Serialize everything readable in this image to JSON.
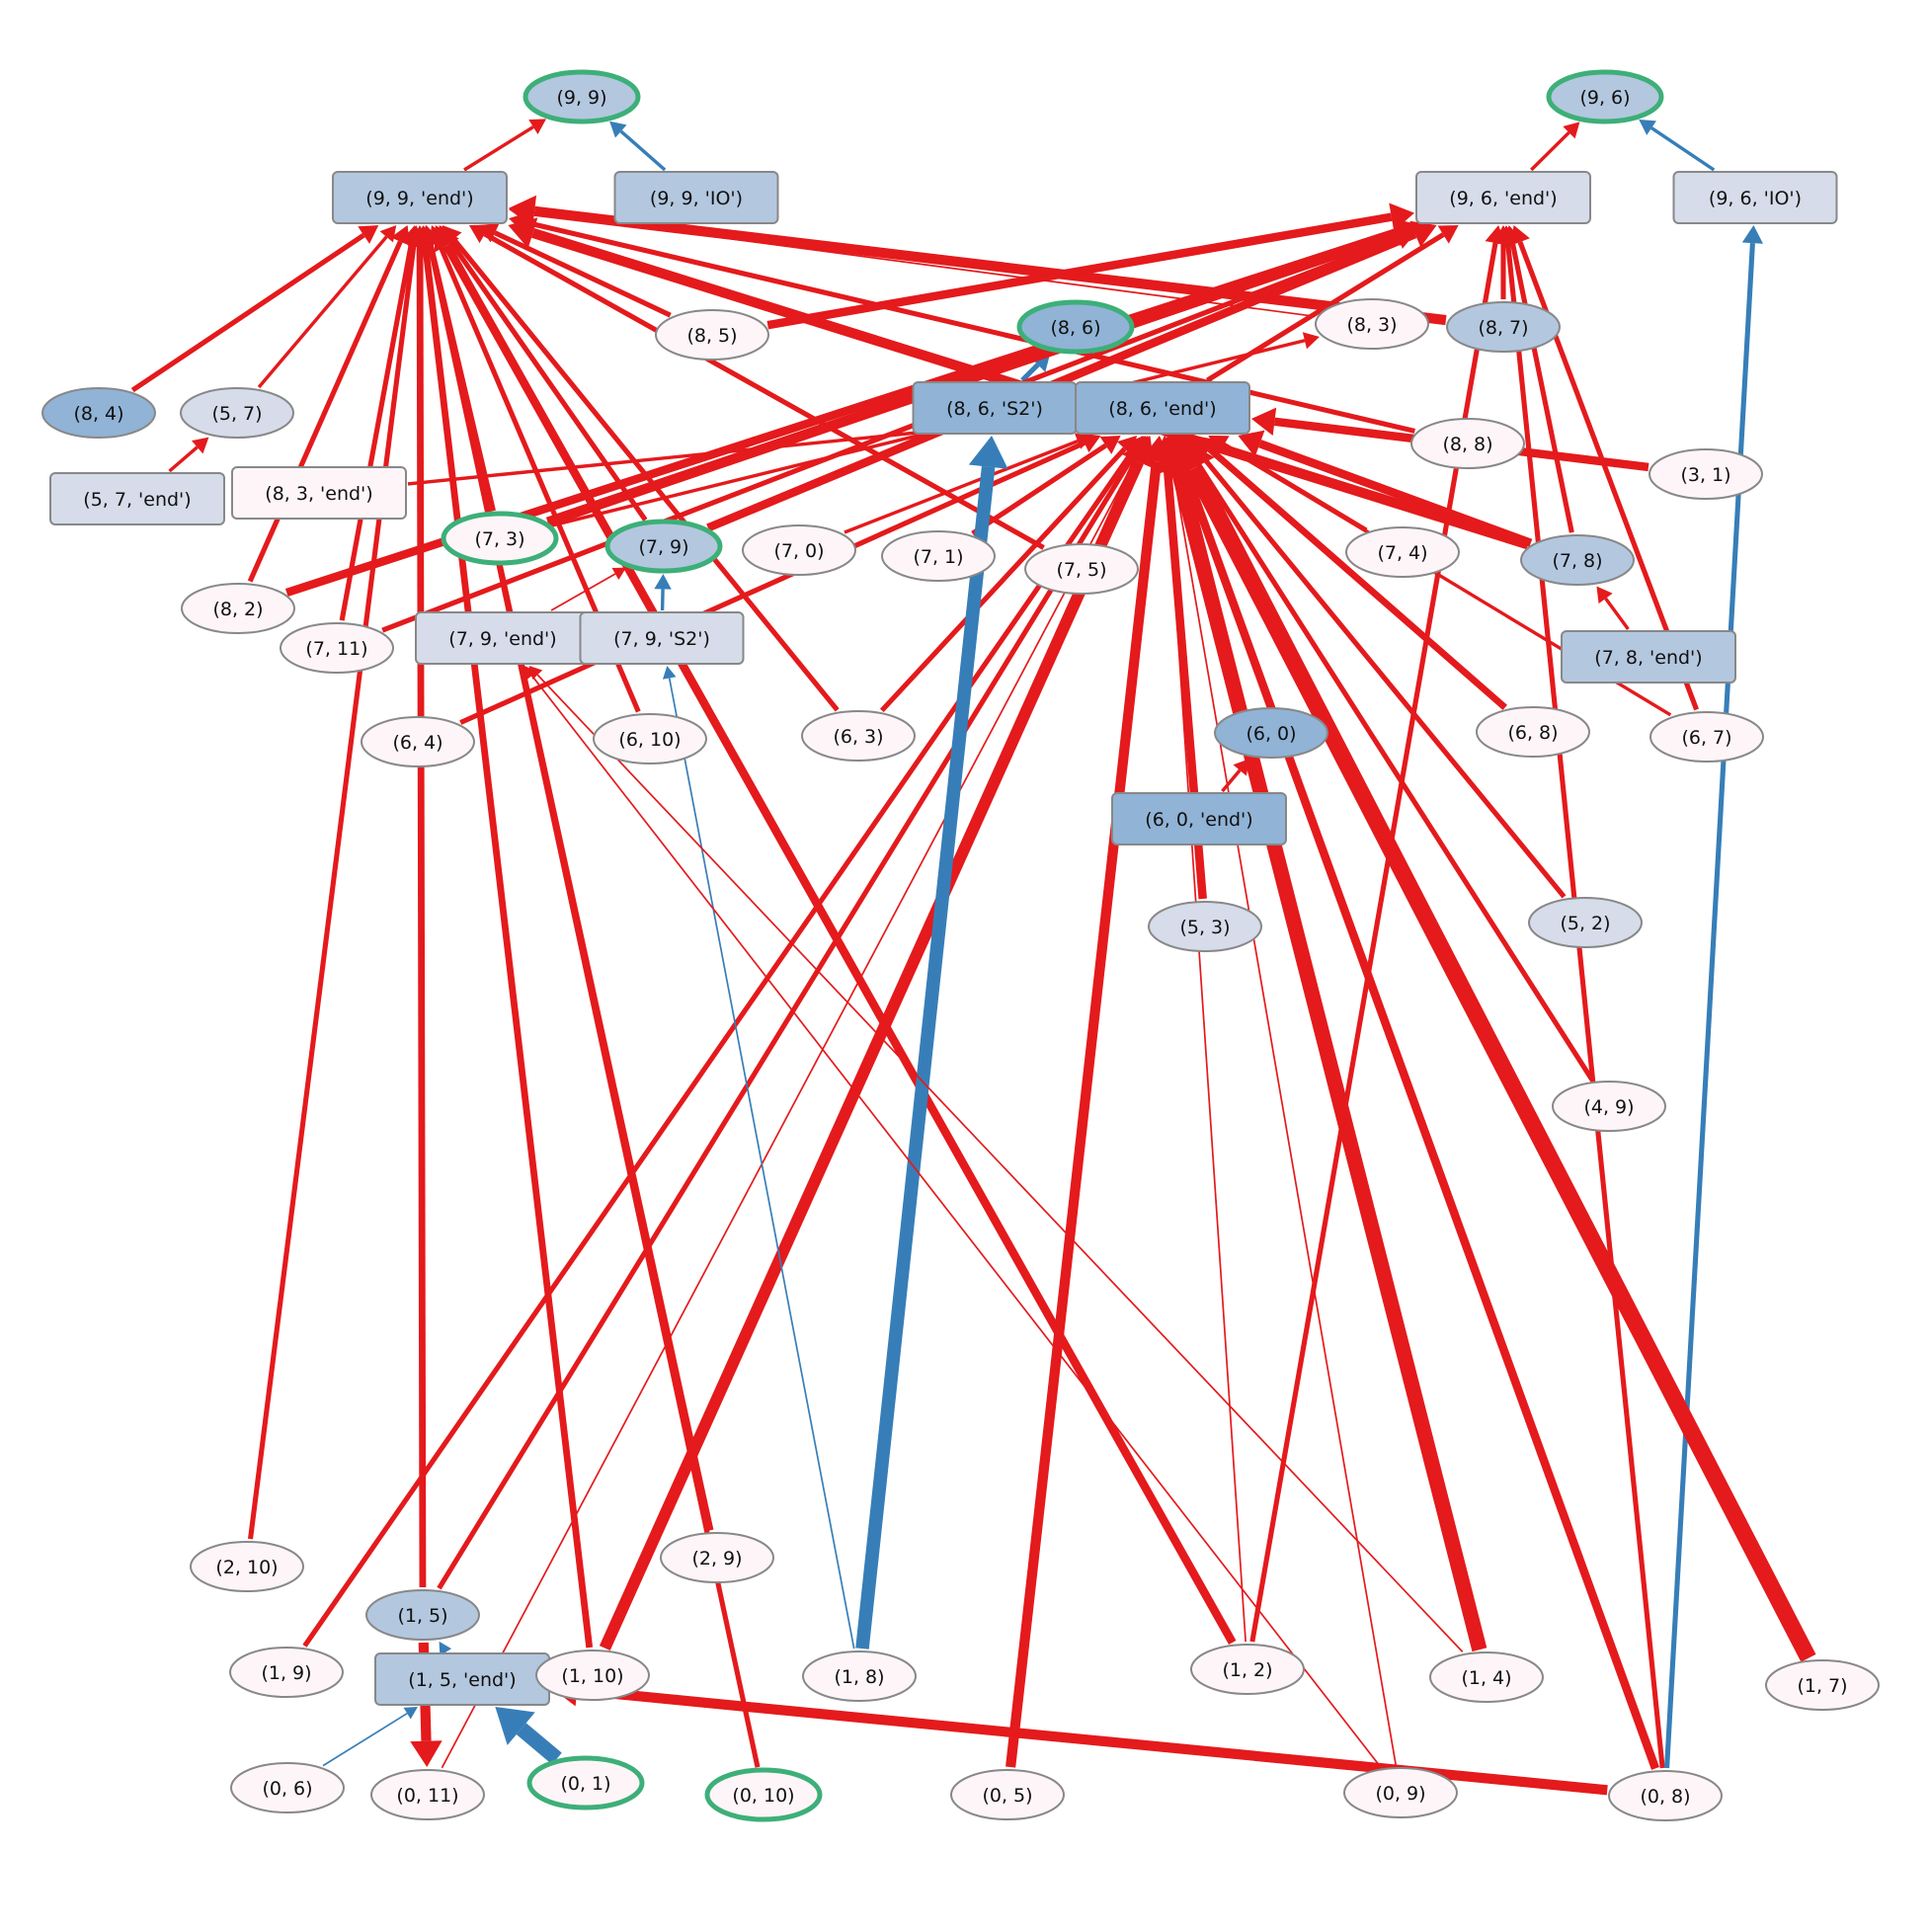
{
  "colors": {
    "red_edge": "#e41a1c",
    "blue_edge": "#377eb8",
    "highlight_border": "#3daf78",
    "node_border": "#888888",
    "fill_light": "#fdf5f8",
    "fill_pale": "#d6dce9",
    "fill_mid": "#b3c7df",
    "fill_dark": "#90b3d6"
  },
  "nodes": [
    {
      "id": "n_9_9",
      "label": "(9, 9)",
      "shape": "ellipse",
      "fill": "fill_mid",
      "highlight": true
    },
    {
      "id": "n_9_6",
      "label": "(9, 6)",
      "shape": "ellipse",
      "fill": "fill_mid",
      "highlight": true
    },
    {
      "id": "n_9_9_end",
      "label": "(9, 9, 'end')",
      "shape": "box",
      "fill": "fill_mid"
    },
    {
      "id": "n_9_9_IO",
      "label": "(9, 9, 'IO')",
      "shape": "box",
      "fill": "fill_mid"
    },
    {
      "id": "n_9_6_end",
      "label": "(9, 6, 'end')",
      "shape": "box",
      "fill": "fill_pale"
    },
    {
      "id": "n_9_6_IO",
      "label": "(9, 6, 'IO')",
      "shape": "box",
      "fill": "fill_pale"
    },
    {
      "id": "n_8_5",
      "label": "(8, 5)",
      "shape": "ellipse",
      "fill": "fill_light"
    },
    {
      "id": "n_8_6",
      "label": "(8, 6)",
      "shape": "ellipse",
      "fill": "fill_dark",
      "highlight": true
    },
    {
      "id": "n_8_3",
      "label": "(8, 3)",
      "shape": "ellipse",
      "fill": "fill_light"
    },
    {
      "id": "n_8_7",
      "label": "(8, 7)",
      "shape": "ellipse",
      "fill": "fill_mid"
    },
    {
      "id": "n_8_4",
      "label": "(8, 4)",
      "shape": "ellipse",
      "fill": "fill_dark"
    },
    {
      "id": "n_5_7",
      "label": "(5, 7)",
      "shape": "ellipse",
      "fill": "fill_pale"
    },
    {
      "id": "n_8_6_S2",
      "label": "(8, 6, 'S2')",
      "shape": "box",
      "fill": "fill_dark"
    },
    {
      "id": "n_8_6_end",
      "label": "(8, 6, 'end')",
      "shape": "box",
      "fill": "fill_dark"
    },
    {
      "id": "n_8_8",
      "label": "(8, 8)",
      "shape": "ellipse",
      "fill": "fill_light"
    },
    {
      "id": "n_3_1",
      "label": "(3, 1)",
      "shape": "ellipse",
      "fill": "fill_light"
    },
    {
      "id": "n_5_7_end",
      "label": "(5, 7, 'end')",
      "shape": "box",
      "fill": "fill_pale"
    },
    {
      "id": "n_8_3_end",
      "label": "(8, 3, 'end')",
      "shape": "box",
      "fill": "fill_light"
    },
    {
      "id": "n_7_3",
      "label": "(7, 3)",
      "shape": "ellipse",
      "fill": "fill_light",
      "highlight": true
    },
    {
      "id": "n_7_9",
      "label": "(7, 9)",
      "shape": "ellipse",
      "fill": "fill_mid",
      "highlight": true
    },
    {
      "id": "n_7_0",
      "label": "(7, 0)",
      "shape": "ellipse",
      "fill": "fill_light"
    },
    {
      "id": "n_7_1",
      "label": "(7, 1)",
      "shape": "ellipse",
      "fill": "fill_light"
    },
    {
      "id": "n_7_5",
      "label": "(7, 5)",
      "shape": "ellipse",
      "fill": "fill_light"
    },
    {
      "id": "n_7_4",
      "label": "(7, 4)",
      "shape": "ellipse",
      "fill": "fill_light"
    },
    {
      "id": "n_7_8",
      "label": "(7, 8)",
      "shape": "ellipse",
      "fill": "fill_mid"
    },
    {
      "id": "n_8_2",
      "label": "(8, 2)",
      "shape": "ellipse",
      "fill": "fill_light"
    },
    {
      "id": "n_7_11",
      "label": "(7, 11)",
      "shape": "ellipse",
      "fill": "fill_light"
    },
    {
      "id": "n_7_9_end",
      "label": "(7, 9, 'end')",
      "shape": "box",
      "fill": "fill_pale"
    },
    {
      "id": "n_7_9_S2",
      "label": "(7, 9, 'S2')",
      "shape": "box",
      "fill": "fill_pale"
    },
    {
      "id": "n_7_8_end",
      "label": "(7, 8, 'end')",
      "shape": "box",
      "fill": "fill_mid"
    },
    {
      "id": "n_6_4",
      "label": "(6, 4)",
      "shape": "ellipse",
      "fill": "fill_light"
    },
    {
      "id": "n_6_10",
      "label": "(6, 10)",
      "shape": "ellipse",
      "fill": "fill_light"
    },
    {
      "id": "n_6_3",
      "label": "(6, 3)",
      "shape": "ellipse",
      "fill": "fill_light"
    },
    {
      "id": "n_6_0",
      "label": "(6, 0)",
      "shape": "ellipse",
      "fill": "fill_dark"
    },
    {
      "id": "n_6_8",
      "label": "(6, 8)",
      "shape": "ellipse",
      "fill": "fill_light"
    },
    {
      "id": "n_6_7",
      "label": "(6, 7)",
      "shape": "ellipse",
      "fill": "fill_light"
    },
    {
      "id": "n_6_0_end",
      "label": "(6, 0, 'end')",
      "shape": "box",
      "fill": "fill_dark"
    },
    {
      "id": "n_5_3",
      "label": "(5, 3)",
      "shape": "ellipse",
      "fill": "fill_pale"
    },
    {
      "id": "n_5_2",
      "label": "(5, 2)",
      "shape": "ellipse",
      "fill": "fill_pale"
    },
    {
      "id": "n_4_9",
      "label": "(4, 9)",
      "shape": "ellipse",
      "fill": "fill_light"
    },
    {
      "id": "n_2_10",
      "label": "(2, 10)",
      "shape": "ellipse",
      "fill": "fill_light"
    },
    {
      "id": "n_2_9",
      "label": "(2, 9)",
      "shape": "ellipse",
      "fill": "fill_light"
    },
    {
      "id": "n_1_5",
      "label": "(1, 5)",
      "shape": "ellipse",
      "fill": "fill_mid"
    },
    {
      "id": "n_1_9",
      "label": "(1, 9)",
      "shape": "ellipse",
      "fill": "fill_light"
    },
    {
      "id": "n_1_5_end",
      "label": "(1, 5, 'end')",
      "shape": "box",
      "fill": "fill_mid"
    },
    {
      "id": "n_1_10",
      "label": "(1, 10)",
      "shape": "ellipse",
      "fill": "fill_light"
    },
    {
      "id": "n_1_8",
      "label": "(1, 8)",
      "shape": "ellipse",
      "fill": "fill_light"
    },
    {
      "id": "n_1_2",
      "label": "(1, 2)",
      "shape": "ellipse",
      "fill": "fill_light"
    },
    {
      "id": "n_1_4",
      "label": "(1, 4)",
      "shape": "ellipse",
      "fill": "fill_light"
    },
    {
      "id": "n_1_7",
      "label": "(1, 7)",
      "shape": "ellipse",
      "fill": "fill_light"
    },
    {
      "id": "n_0_6",
      "label": "(0, 6)",
      "shape": "ellipse",
      "fill": "fill_light"
    },
    {
      "id": "n_0_11",
      "label": "(0, 11)",
      "shape": "ellipse",
      "fill": "fill_light"
    },
    {
      "id": "n_0_1",
      "label": "(0, 1)",
      "shape": "ellipse",
      "fill": "fill_light",
      "highlight": true
    },
    {
      "id": "n_0_10",
      "label": "(0, 10)",
      "shape": "ellipse",
      "fill": "fill_light",
      "highlight": true
    },
    {
      "id": "n_0_5",
      "label": "(0, 5)",
      "shape": "ellipse",
      "fill": "fill_light"
    },
    {
      "id": "n_0_9",
      "label": "(0, 9)",
      "shape": "ellipse",
      "fill": "fill_light"
    },
    {
      "id": "n_0_8",
      "label": "(0, 8)",
      "shape": "ellipse",
      "fill": "fill_light"
    }
  ],
  "edges": [
    {
      "from": "n_9_9_end",
      "to": "n_9_9",
      "color": "red_edge",
      "weight": 2
    },
    {
      "from": "n_9_9_IO",
      "to": "n_9_9",
      "color": "blue_edge",
      "weight": 2
    },
    {
      "from": "n_9_6_end",
      "to": "n_9_6",
      "color": "red_edge",
      "weight": 2
    },
    {
      "from": "n_9_6_IO",
      "to": "n_9_6",
      "color": "blue_edge",
      "weight": 2
    },
    {
      "from": "n_5_7_end",
      "to": "n_5_7",
      "color": "red_edge",
      "weight": 2
    },
    {
      "from": "n_7_8_end",
      "to": "n_7_8",
      "color": "red_edge",
      "weight": 2
    },
    {
      "from": "n_6_0_end",
      "to": "n_6_0",
      "color": "red_edge",
      "weight": 2
    },
    {
      "from": "n_7_9_S2",
      "to": "n_7_9",
      "color": "blue_edge",
      "weight": 2
    },
    {
      "from": "n_7_9_end",
      "to": "n_7_9",
      "color": "red_edge",
      "weight": 1
    },
    {
      "from": "n_8_6_S2",
      "to": "n_8_6",
      "color": "blue_edge",
      "weight": 3
    },
    {
      "from": "n_8_4",
      "to": "n_9_9_end",
      "color": "red_edge",
      "weight": 3
    },
    {
      "from": "n_5_7",
      "to": "n_9_9_end",
      "color": "red_edge",
      "weight": 2
    },
    {
      "from": "n_8_2",
      "to": "n_9_9_end",
      "color": "red_edge",
      "weight": 3
    },
    {
      "from": "n_7_11",
      "to": "n_9_9_end",
      "color": "red_edge",
      "weight": 3
    },
    {
      "from": "n_7_3",
      "to": "n_9_9_end",
      "color": "red_edge",
      "weight": 3
    },
    {
      "from": "n_7_9",
      "to": "n_9_9_end",
      "color": "red_edge",
      "weight": 3
    },
    {
      "from": "n_6_10",
      "to": "n_9_9_end",
      "color": "red_edge",
      "weight": 3
    },
    {
      "from": "n_6_3",
      "to": "n_9_9_end",
      "color": "red_edge",
      "weight": 3
    },
    {
      "from": "n_8_5",
      "to": "n_9_9_end",
      "color": "red_edge",
      "weight": 3
    },
    {
      "from": "n_8_7",
      "to": "n_9_9_end",
      "color": "red_edge",
      "weight": 6
    },
    {
      "from": "n_8_8",
      "to": "n_9_9_end",
      "color": "red_edge",
      "weight": 3
    },
    {
      "from": "n_7_8",
      "to": "n_9_9_end",
      "color": "red_edge",
      "weight": 6
    },
    {
      "from": "n_8_3",
      "to": "n_9_9_end",
      "color": "red_edge",
      "weight": 1
    },
    {
      "from": "n_7_5",
      "to": "n_9_9_end",
      "color": "red_edge",
      "weight": 3
    },
    {
      "from": "n_1_5",
      "to": "n_9_9_end",
      "color": "red_edge",
      "weight": 4
    },
    {
      "from": "n_1_10",
      "to": "n_9_9_end",
      "color": "red_edge",
      "weight": 4
    },
    {
      "from": "n_2_9",
      "to": "n_9_9_end",
      "color": "red_edge",
      "weight": 3
    },
    {
      "from": "n_0_10",
      "to": "n_9_9_end",
      "color": "red_edge",
      "weight": 3
    },
    {
      "from": "n_1_2",
      "to": "n_9_9_end",
      "color": "red_edge",
      "weight": 5
    },
    {
      "from": "n_2_10",
      "to": "n_9_9_end",
      "color": "red_edge",
      "weight": 3
    },
    {
      "from": "n_8_5",
      "to": "n_9_6_end",
      "color": "red_edge",
      "weight": 5
    },
    {
      "from": "n_7_3",
      "to": "n_9_6_end",
      "color": "red_edge",
      "weight": 6
    },
    {
      "from": "n_8_2",
      "to": "n_9_6_end",
      "color": "red_edge",
      "weight": 5
    },
    {
      "from": "n_7_11",
      "to": "n_9_6_end",
      "color": "red_edge",
      "weight": 3
    },
    {
      "from": "n_7_9",
      "to": "n_9_6_end",
      "color": "red_edge",
      "weight": 5
    },
    {
      "from": "n_8_7",
      "to": "n_9_6_end",
      "color": "red_edge",
      "weight": 3
    },
    {
      "from": "n_7_8",
      "to": "n_9_6_end",
      "color": "red_edge",
      "weight": 3
    },
    {
      "from": "n_1_2",
      "to": "n_9_6_end",
      "color": "red_edge",
      "weight": 3
    },
    {
      "from": "n_0_8",
      "to": "n_9_6_end",
      "color": "red_edge",
      "weight": 3
    },
    {
      "from": "n_6_7",
      "to": "n_9_6_end",
      "color": "red_edge",
      "weight": 3
    },
    {
      "from": "n_8_6_end",
      "to": "n_9_6_end",
      "color": "red_edge",
      "weight": 3
    },
    {
      "from": "n_0_8",
      "to": "n_9_6_IO",
      "color": "blue_edge",
      "weight": 3
    },
    {
      "from": "n_3_1",
      "to": "n_8_6_end",
      "color": "red_edge",
      "weight": 5
    },
    {
      "from": "n_7_8",
      "to": "n_8_6_end",
      "color": "red_edge",
      "weight": 5
    },
    {
      "from": "n_8_3_end",
      "to": "n_8_6_end",
      "color": "red_edge",
      "weight": 2
    },
    {
      "from": "n_7_0",
      "to": "n_8_6_end",
      "color": "red_edge",
      "weight": 2
    },
    {
      "from": "n_6_4",
      "to": "n_8_6_end",
      "color": "red_edge",
      "weight": 3
    },
    {
      "from": "n_6_3",
      "to": "n_8_6_end",
      "color": "red_edge",
      "weight": 3
    },
    {
      "from": "n_7_1",
      "to": "n_8_6_end",
      "color": "red_edge",
      "weight": 3
    },
    {
      "from": "n_7_4",
      "to": "n_8_6_end",
      "color": "red_edge",
      "weight": 3
    },
    {
      "from": "n_6_8",
      "to": "n_8_6_end",
      "color": "red_edge",
      "weight": 4
    },
    {
      "from": "n_5_2",
      "to": "n_8_6_end",
      "color": "red_edge",
      "weight": 3
    },
    {
      "from": "n_4_9",
      "to": "n_8_6_end",
      "color": "red_edge",
      "weight": 3
    },
    {
      "from": "n_5_3",
      "to": "n_8_6_end",
      "color": "red_edge",
      "weight": 5
    },
    {
      "from": "n_1_4",
      "to": "n_8_6_end",
      "color": "red_edge",
      "weight": 9
    },
    {
      "from": "n_1_7",
      "to": "n_8_6_end",
      "color": "red_edge",
      "weight": 10
    },
    {
      "from": "n_0_8",
      "to": "n_8_6_end",
      "color": "red_edge",
      "weight": 5
    },
    {
      "from": "n_0_5",
      "to": "n_8_6_end",
      "color": "red_edge",
      "weight": 6
    },
    {
      "from": "n_1_10",
      "to": "n_8_6_end",
      "color": "red_edge",
      "weight": 7
    },
    {
      "from": "n_1_5",
      "to": "n_8_6_end",
      "color": "red_edge",
      "weight": 3
    },
    {
      "from": "n_1_9",
      "to": "n_8_6_end",
      "color": "red_edge",
      "weight": 3
    },
    {
      "from": "n_0_9",
      "to": "n_8_6_end",
      "color": "red_edge",
      "weight": 1
    },
    {
      "from": "n_1_2",
      "to": "n_8_6_end",
      "color": "red_edge",
      "weight": 1
    },
    {
      "from": "n_0_11",
      "to": "n_8_6_end",
      "color": "red_edge",
      "weight": 1
    },
    {
      "from": "n_6_7",
      "to": "n_8_6_end",
      "color": "red_edge",
      "weight": 2
    },
    {
      "from": "n_1_8",
      "to": "n_8_6_S2",
      "color": "blue_edge",
      "weight": 8
    },
    {
      "from": "n_7_3",
      "to": "n_8_3",
      "color": "red_edge",
      "weight": 2
    },
    {
      "from": "n_1_8",
      "to": "n_7_9_S2",
      "color": "blue_edge",
      "weight": 1
    },
    {
      "from": "n_0_9",
      "to": "n_7_9_end",
      "color": "red_edge",
      "weight": 1
    },
    {
      "from": "n_1_4",
      "to": "n_7_9_end",
      "color": "red_edge",
      "weight": 1
    },
    {
      "from": "n_0_6",
      "to": "n_1_5_end",
      "color": "blue_edge",
      "weight": 1
    },
    {
      "from": "n_0_1",
      "to": "n_1_5_end",
      "color": "blue_edge",
      "weight": 9
    },
    {
      "from": "n_0_8",
      "to": "n_1_5_end",
      "color": "red_edge",
      "weight": 6
    },
    {
      "from": "n_1_5_end",
      "to": "n_1_5",
      "color": "blue_edge",
      "weight": 1
    },
    {
      "from": "n_1_5",
      "to": "n_0_11",
      "color": "red_edge",
      "weight": 6
    }
  ]
}
